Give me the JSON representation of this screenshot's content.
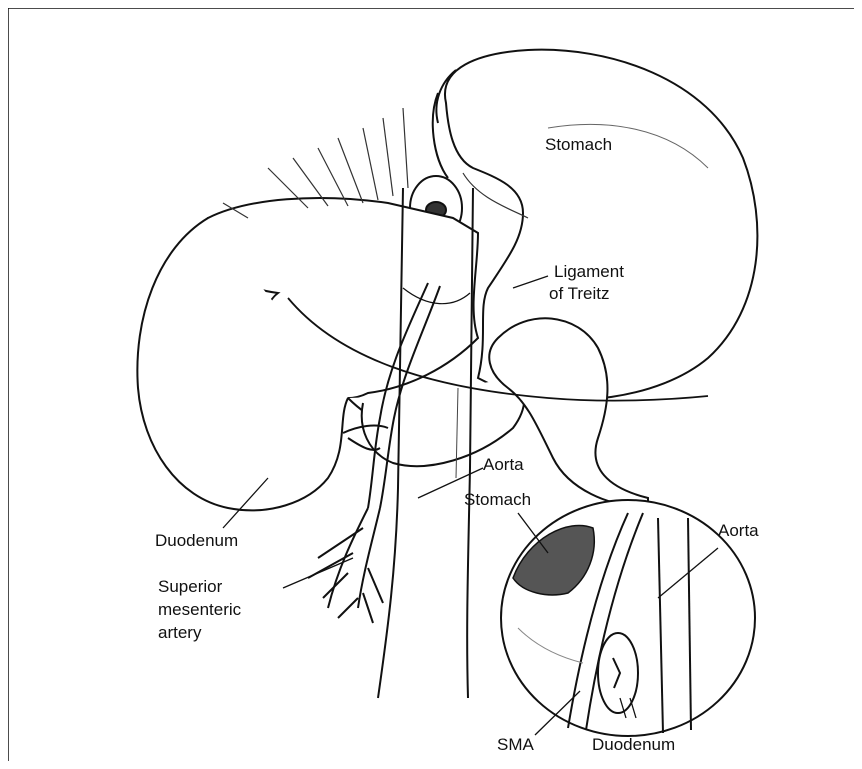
{
  "labels": {
    "stomach_main": "Stomach",
    "ligament_line1": "Ligament",
    "ligament_line2": "of Treitz",
    "aorta_main": "Aorta",
    "duodenum_main": "Duodenum",
    "sma_line1": "Superior",
    "sma_line2": "mesenteric",
    "sma_line3": "artery",
    "inset_stomach": "Stomach",
    "inset_aorta": "Aorta",
    "inset_sma": "SMA",
    "inset_duodenum": "Duodenum"
  },
  "colors": {
    "ink": "#111111",
    "shade": "#555555",
    "paper": "#ffffff"
  }
}
